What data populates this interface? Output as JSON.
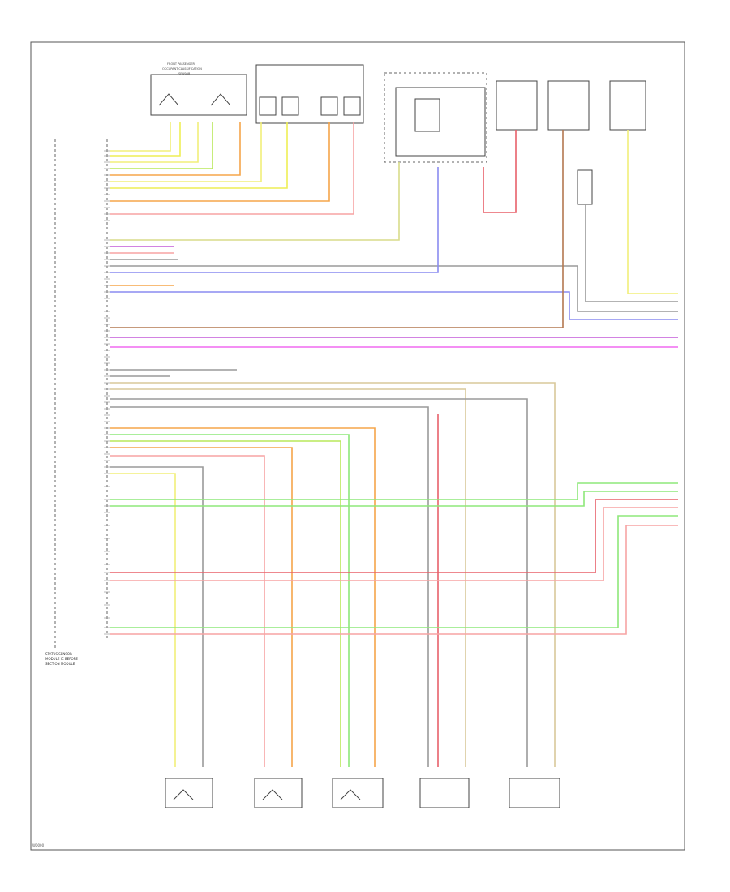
{
  "diagram": {
    "footer_code": "W0000",
    "left_module_label": [
      "STATUS SENSOR",
      "MODULE IC BEFORE",
      "SECTION MODULE"
    ],
    "component_labels": [
      "FRONT PASSENGER",
      "OCCUPANT CLASSIFICATION",
      "SENSOR"
    ]
  },
  "colors": {
    "yellow": "#f2ef7a",
    "yellow_bright": "#eeee55",
    "orange": "#f5a54a",
    "pink": "#f7a4a4",
    "red": "#e8606a",
    "green": "#8ee87a",
    "lime": "#b9e85a",
    "blue": "#8a8cf0",
    "violet": "#c45ad8",
    "magenta": "#f06af0",
    "tan": "#d9c89a",
    "gray": "#9a9a9a",
    "brown": "#b47850"
  }
}
